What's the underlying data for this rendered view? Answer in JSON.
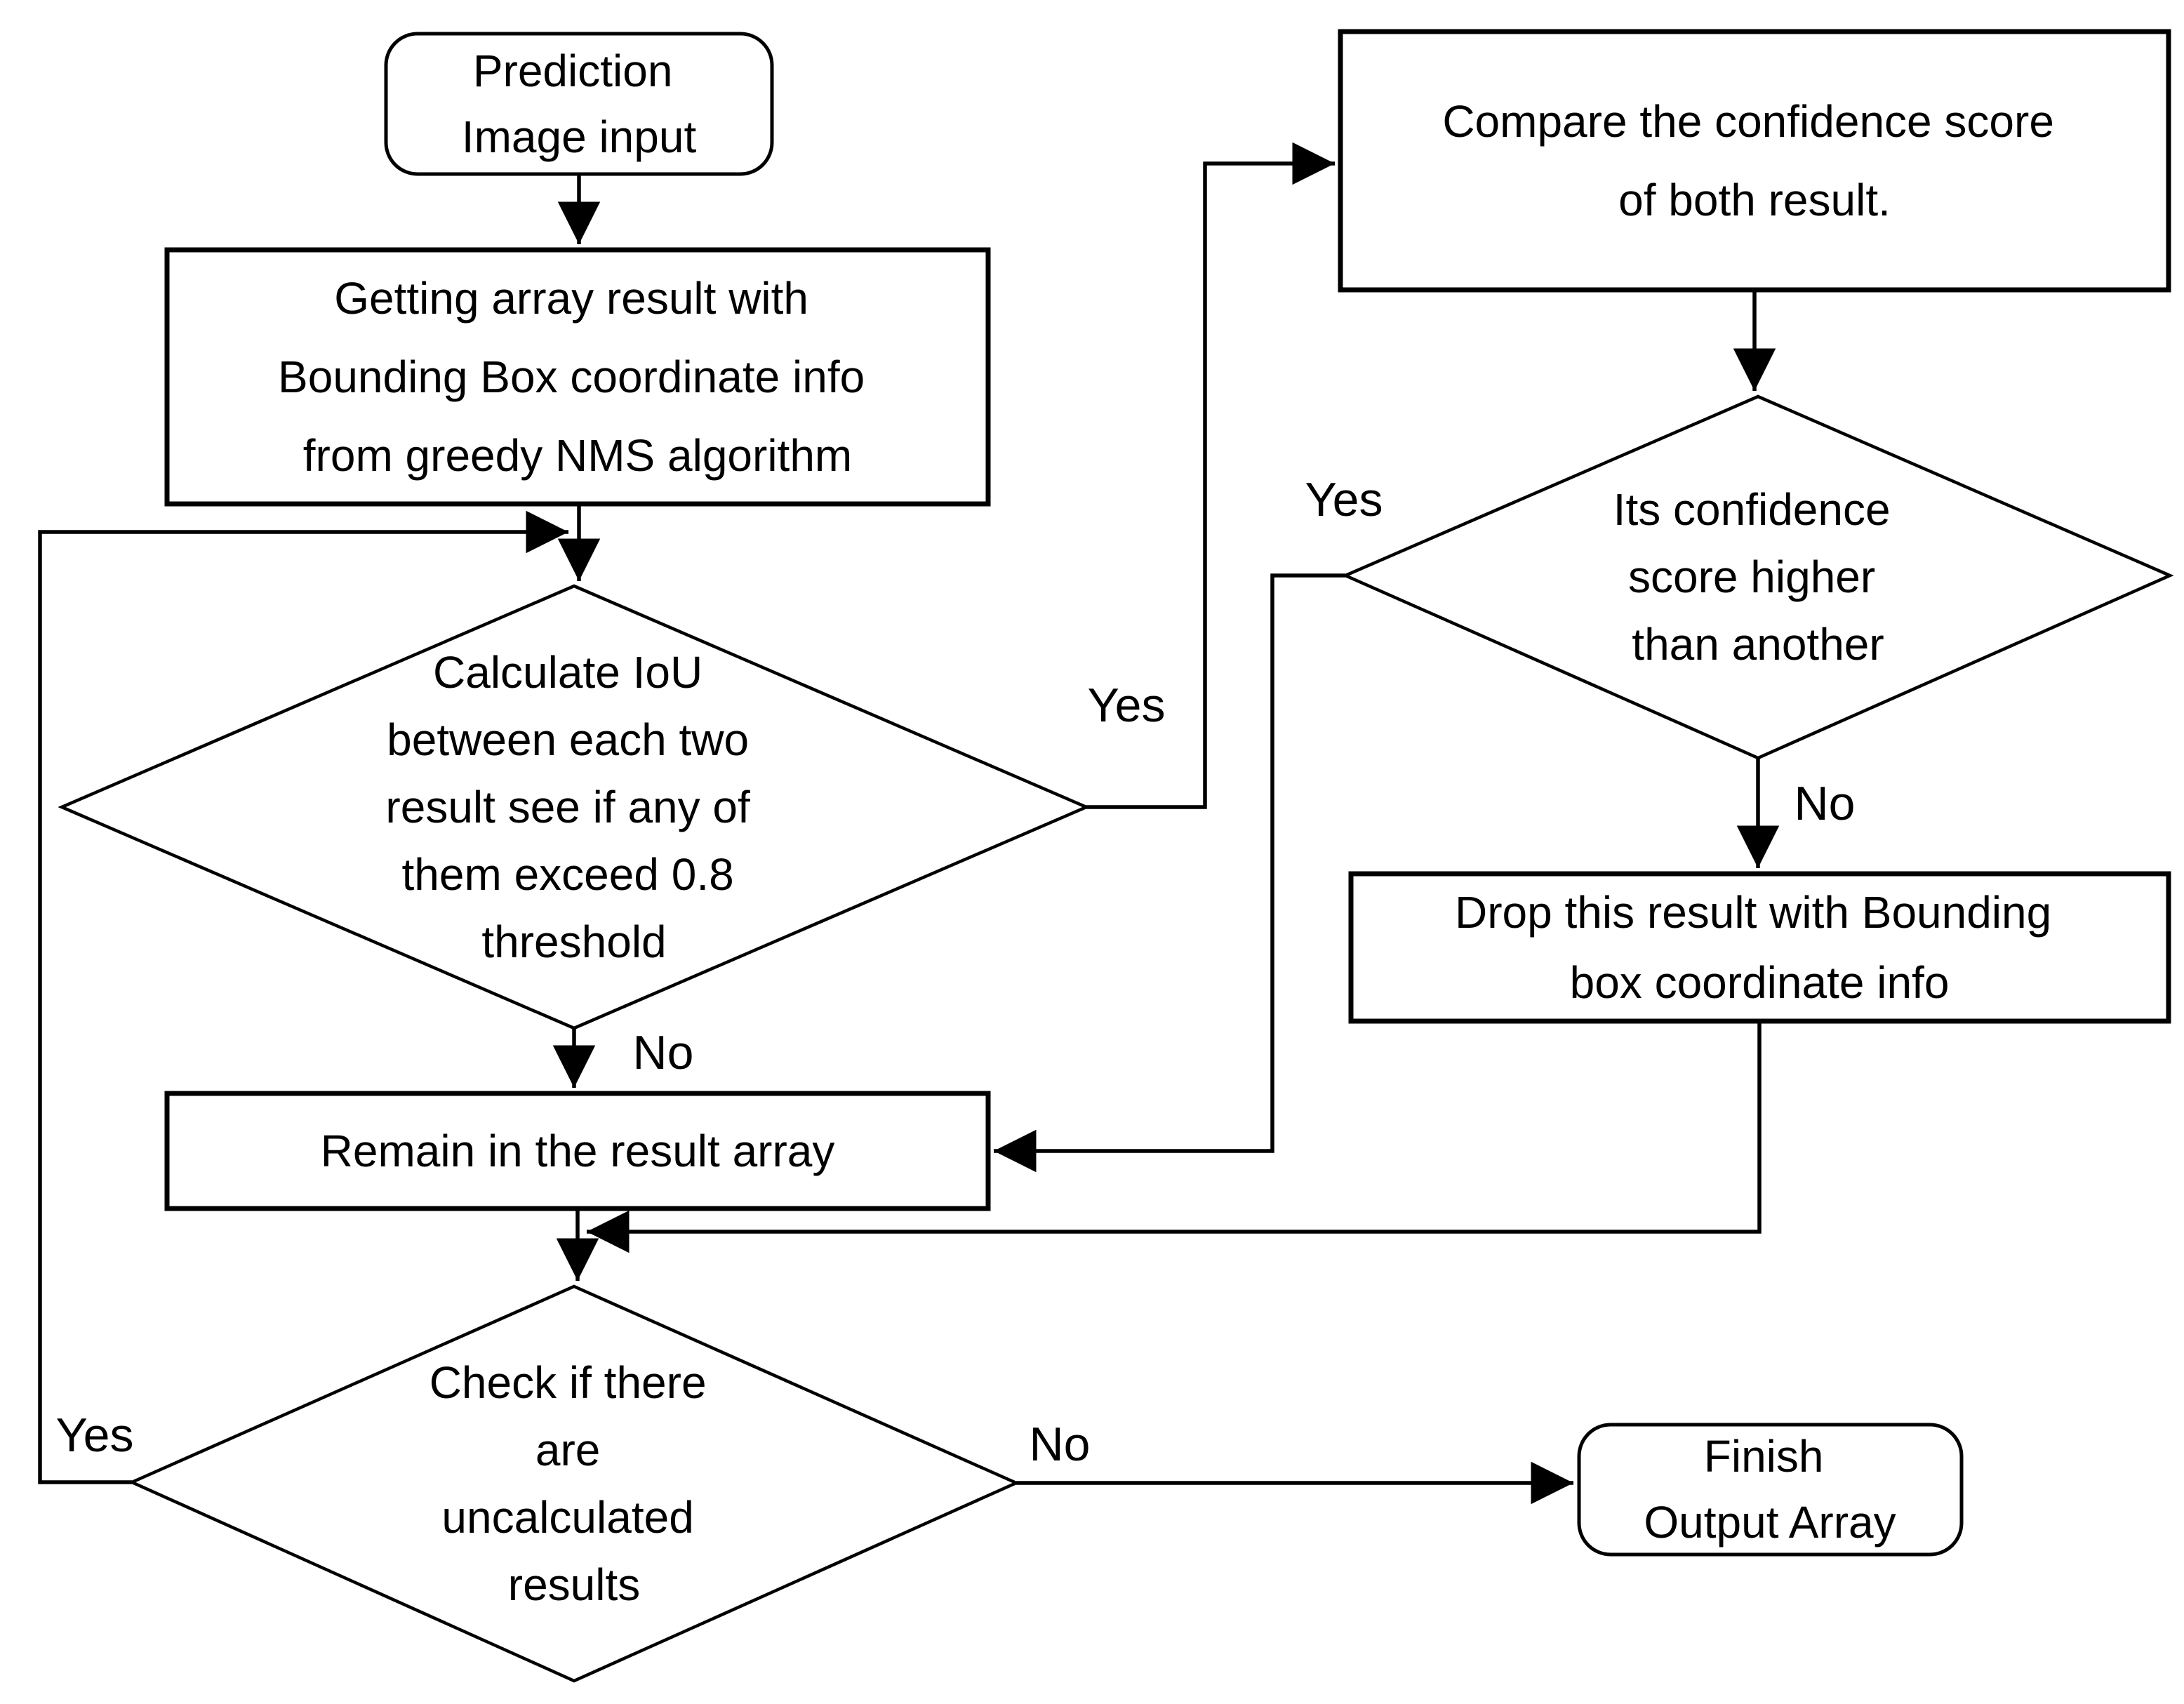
{
  "diagram": {
    "title": "Greedy NMS prediction flowchart",
    "background_color": "#ffffff",
    "line_color": "#000000",
    "text_color": "#000000",
    "nodes": {
      "start": {
        "type": "terminator",
        "lines": [
          "Prediction",
          "Image input"
        ]
      },
      "get_array": {
        "type": "process",
        "lines": [
          "Getting array result with",
          "Bounding Box coordinate info",
          "from greedy NMS algorithm"
        ]
      },
      "calc_iou": {
        "type": "decision",
        "lines": [
          "Calculate IoU",
          "between each two",
          "result see if any of",
          "them exceed 0.8",
          "threshold"
        ]
      },
      "compare": {
        "type": "process",
        "lines": [
          "Compare the confidence score",
          "of both result."
        ]
      },
      "conf_higher": {
        "type": "decision",
        "lines": [
          "Its confidence",
          "score higher",
          "than another"
        ]
      },
      "drop": {
        "type": "process",
        "lines": [
          "Drop this result with Bounding",
          "box coordinate info"
        ]
      },
      "remain": {
        "type": "process",
        "lines": [
          "Remain in the result array"
        ]
      },
      "check_uncalculated": {
        "type": "decision",
        "lines": [
          "Check if there",
          "are",
          "uncalculated",
          "results"
        ]
      },
      "finish": {
        "type": "terminator",
        "lines": [
          "Finish",
          "Output Array"
        ]
      }
    },
    "edge_labels": {
      "iou_yes": "Yes",
      "iou_no": "No",
      "conf_yes": "Yes",
      "conf_no": "No",
      "check_yes": "Yes",
      "check_no": "No"
    }
  }
}
